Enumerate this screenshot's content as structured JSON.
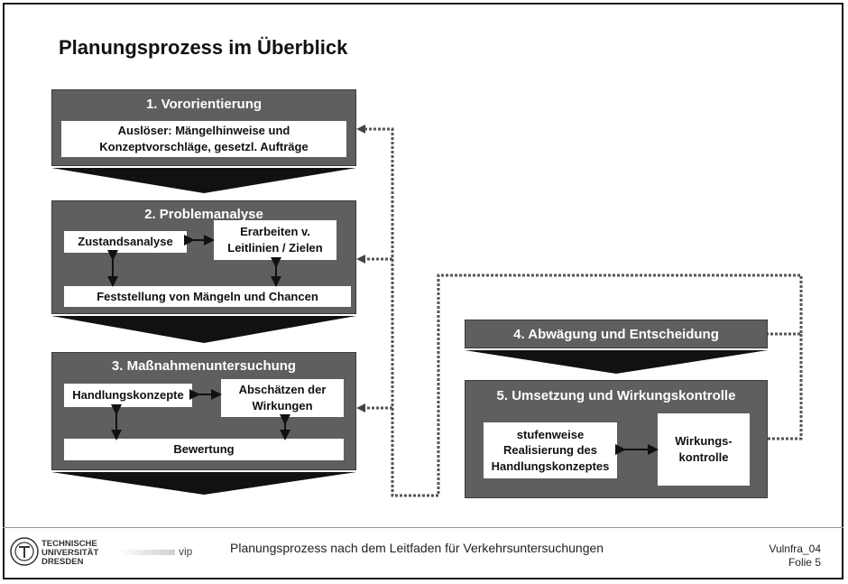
{
  "title": "Planungsprozess im Überblick",
  "step1": {
    "title": "1.   Vororientierung",
    "trigger": "Auslöser: Mängelhinweise und Konzeptvorschläge, gesetzl. Aufträge"
  },
  "step2": {
    "title": "2. Problemanalyse",
    "state_analysis": "Zustandsanalyse",
    "guidelines": "Erarbeiten v. Leitlinien / Zielen",
    "findings": "Feststellung von Mängeln und Chancen"
  },
  "step3": {
    "title": "3. Maßnahmenuntersuchung",
    "action_concepts": "Handlungskonzepte",
    "effects": "Abschätzen der Wirkungen",
    "evaluation": "Bewertung"
  },
  "step4": {
    "title": "4. Abwägung und Entscheidung"
  },
  "step5": {
    "title": "5. Umsetzung und Wirkungskontrolle",
    "realization": "stufenweise Realisierung des Handlungskonzeptes",
    "impact_control": "Wirkungs- kontrolle"
  },
  "footer": {
    "university": [
      "TECHNISCHE",
      "UNIVERSITÄT",
      "DRESDEN"
    ],
    "logo_text": "vip",
    "caption": "Planungsprozess nach dem Leitfaden für Verkehrsuntersuchungen",
    "course": "Vulnfra_04",
    "slide": "Folie 5"
  }
}
